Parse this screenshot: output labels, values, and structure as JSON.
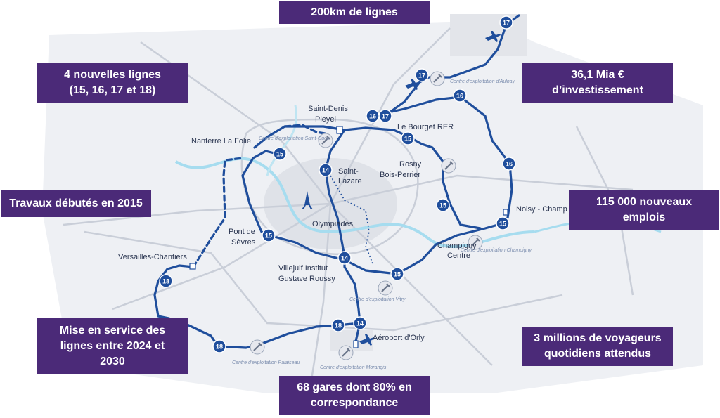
{
  "colors": {
    "callout_bg": "#4b2a78",
    "callout_text": "#ffffff",
    "line": "#1f4e9c",
    "badge": "#1f4e9c",
    "map_bg": "#e8ebf0",
    "river": "#9ed8ee"
  },
  "callouts": {
    "km": {
      "lines": [
        "200km de lignes"
      ]
    },
    "new_lines": {
      "lines": [
        "4 nouvelles lignes",
        "(15, 16, 17 et 18)"
      ]
    },
    "investment": {
      "lines": [
        "36,1 Mia €",
        "d’investissement"
      ]
    },
    "works": {
      "lines": [
        "Travaux débutés en 2015"
      ]
    },
    "jobs": {
      "lines": [
        "115 000 nouveaux",
        "emplois"
      ]
    },
    "service": {
      "lines": [
        "Mise en service des",
        "lignes entre 2024 et",
        "2030"
      ]
    },
    "travelers": {
      "lines": [
        "3 millions de voyageurs",
        "quotidiens attendus"
      ]
    },
    "stations": {
      "lines": [
        "68 gares dont 80% en",
        "correspondance"
      ]
    }
  },
  "stations": {
    "saint_denis_1": "Saint-Denis",
    "saint_denis_2": "Pleyel",
    "le_bourget": "Le Bourget RER",
    "nanterre": "Nanterre La Folie",
    "saint_lazare_1": "Saint-",
    "saint_lazare_2": "Lazare",
    "rosny_1": "Rosny",
    "rosny_2": "Bois-Perrier",
    "noisy": "Noisy - Champ",
    "pont_sevres_1": "Pont de",
    "pont_sevres_2": "Sèvres",
    "olympiades": "Olympiades",
    "versailles": "Versailles-Chantiers",
    "champigny_1": "Champigny",
    "champigny_2": "Centre",
    "villejuif_1": "Villejuif Institut",
    "villejuif_2": "Gustave Roussy",
    "orly": "Aéroport d'Orly"
  },
  "depots": {
    "aulnay": "Centre d'exploitation d'Aulnay",
    "saint_ouen": "Centre d'exploitation Saint-Ouen",
    "champigny": "Centre d'exploitation Champigny",
    "vitry": "Centre d'exploitation Vitry",
    "palaiseau": "Centre d'exploitation Palaiseau",
    "morangis": "Centre d'exploitation Morangis"
  },
  "badges": {
    "l17a": "17",
    "l17b": "17",
    "l17c": "17",
    "l16a": "16",
    "l16b": "16",
    "l16c": "16",
    "l15a": "15",
    "l15b": "15",
    "l15c": "15",
    "l15d": "15",
    "l15e": "15",
    "l15f": "15",
    "l14a": "14",
    "l14b": "14",
    "l14c": "14",
    "l18a": "18",
    "l18b": "18",
    "l18c": "18"
  },
  "icons": [
    "airport-icon",
    "eiffel-tower-icon",
    "depot-wrench-icon"
  ]
}
